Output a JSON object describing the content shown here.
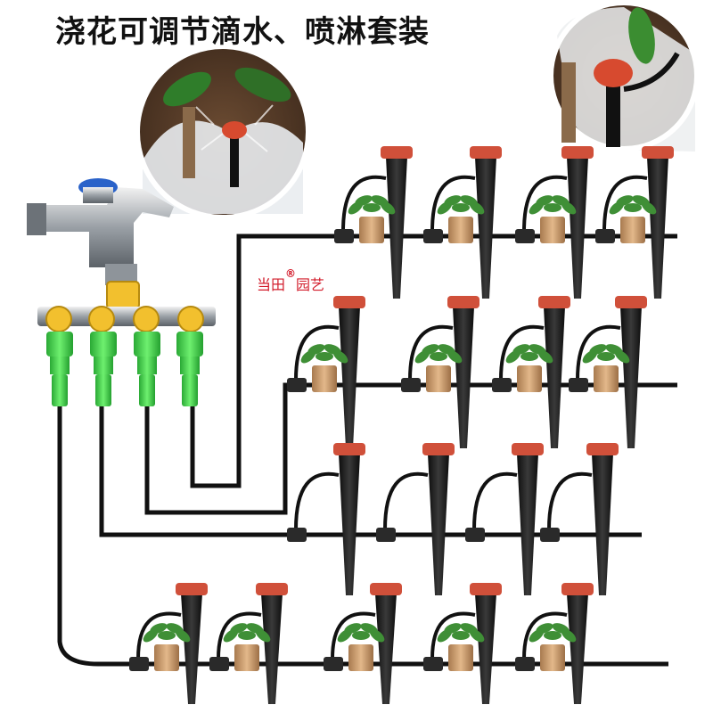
{
  "title": "浇花可调节滴水、喷淋套装",
  "brand": {
    "name_a": "当田",
    "mark": "®",
    "name_b": "园艺"
  },
  "colors": {
    "accent_red": "#d21b2a",
    "tube_black": "#111111",
    "stake_black": "#1c1c1c",
    "emitter_cap": "#d0503a",
    "connector_green": "#3fcf4a",
    "valve_yellow": "#f2c02e",
    "pot_tan": "#c99a6a",
    "leaf_green": "#3f8f36"
  },
  "icons": [
    "faucet-icon",
    "four-way-splitter-icon",
    "drip-stake-icon",
    "potted-plant-icon"
  ]
}
